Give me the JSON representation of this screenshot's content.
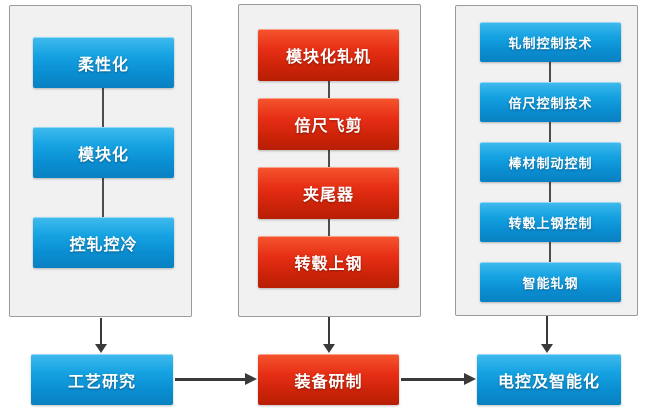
{
  "diagram": {
    "title_hint": "three-track R&D flow diagram",
    "columns": [
      {
        "id": "process",
        "theme": "blue",
        "items": [
          {
            "label": "柔性化"
          },
          {
            "label": "模块化"
          },
          {
            "label": "控轧控冷"
          }
        ],
        "result": "工艺研究"
      },
      {
        "id": "equipment",
        "theme": "red",
        "items": [
          {
            "label": "模块化轧机"
          },
          {
            "label": "倍尺飞剪"
          },
          {
            "label": "夹尾器"
          },
          {
            "label": "转毂上钢"
          }
        ],
        "result": "装备研制"
      },
      {
        "id": "controls",
        "theme": "blue",
        "items": [
          {
            "label": "轧制控制技术"
          },
          {
            "label": "倍尺控制技术"
          },
          {
            "label": "棒材制动控制"
          },
          {
            "label": "转毂上钢控制"
          },
          {
            "label": "智能轧钢"
          }
        ],
        "result": "电控及智能化"
      }
    ],
    "colors": {
      "blue_gradient_top": "#41bbee",
      "blue_gradient_bottom": "#0981c1",
      "red_gradient_top": "#f6552e",
      "red_gradient_bottom": "#b71f05",
      "panel_background": "#f1f1f1",
      "panel_border": "#9b9b9b",
      "connector": "#4d4d4d",
      "arrow": "#3a3a3a",
      "text": "#ffffff"
    }
  }
}
